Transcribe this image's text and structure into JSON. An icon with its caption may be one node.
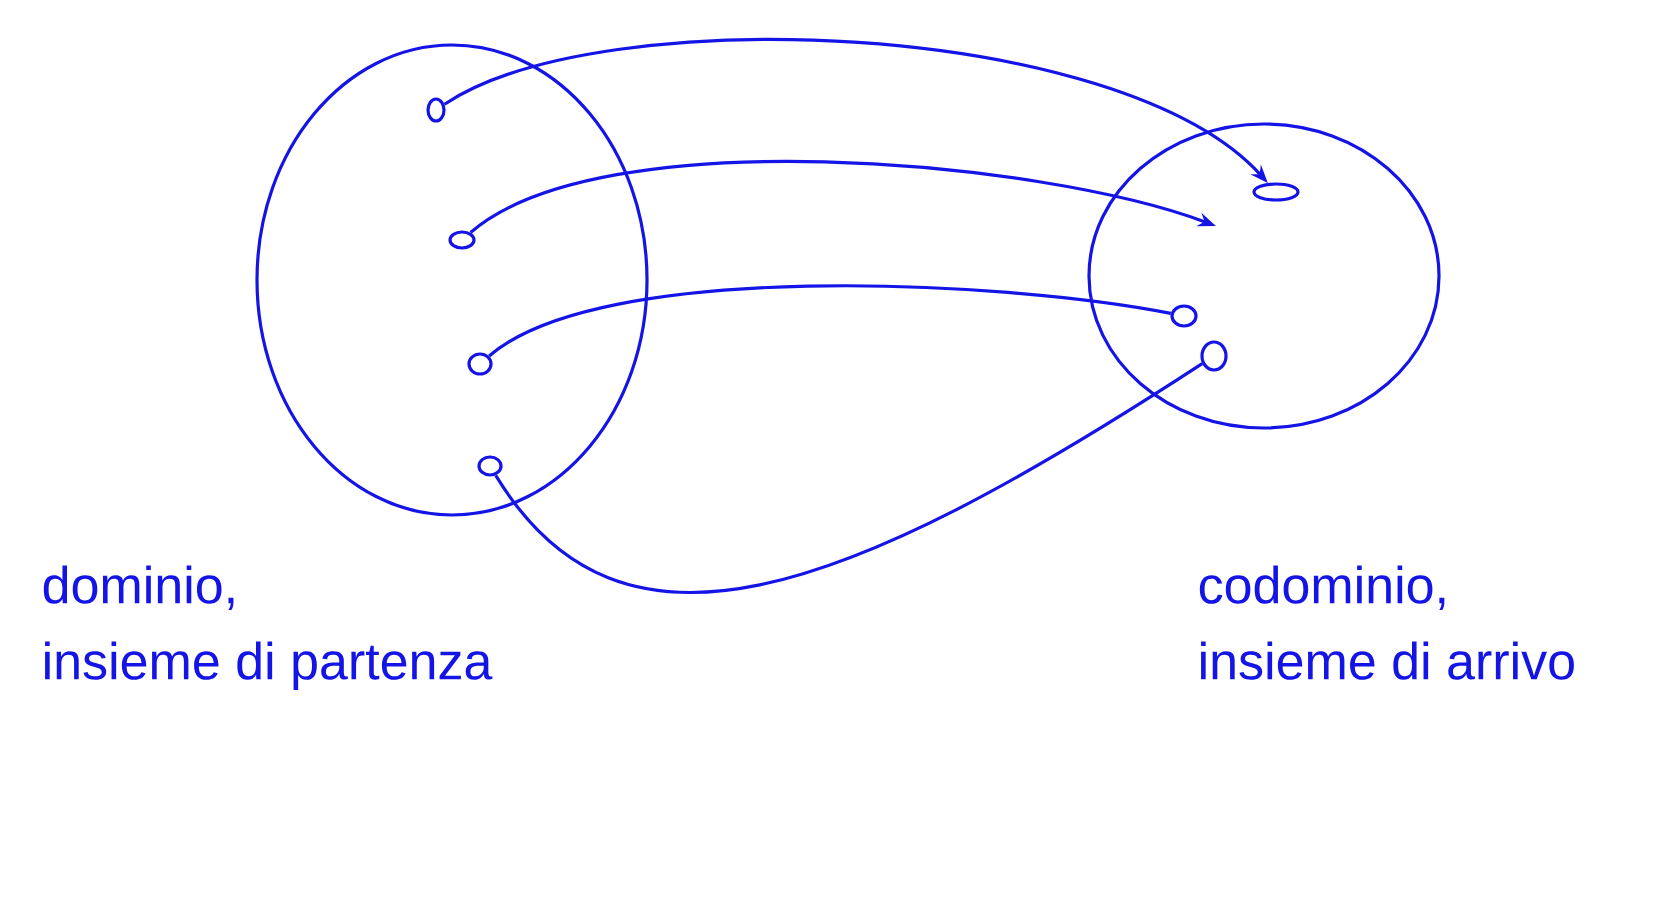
{
  "diagram": {
    "nodes": [
      {
        "text": [],
        "shape": "circle",
        "beside": [
          "dominio, insieme di partenza"
        ]
      },
      {
        "text": [],
        "shape": "circle",
        "in": 0
      },
      {
        "text": [],
        "shape": "circle",
        "in": 0
      },
      {
        "text": [],
        "shape": "circle",
        "in": 0
      },
      {
        "text": [],
        "shape": "circle",
        "in": 0
      },
      {
        "text": [],
        "shape": "circle",
        "beside": [
          "codominio, insieme di arrivo"
        ]
      },
      {
        "text": [],
        "shape": "circle",
        "in": 5
      },
      {
        "text": [],
        "shape": "circle",
        "in": 5
      },
      {
        "text": [],
        "shape": "circle",
        "in": 5
      }
    ],
    "edges": [
      {
        "from": 1,
        "to": 6,
        "arrow": "to"
      },
      {
        "from": 2,
        "to": null,
        "arrow": "to"
      },
      {
        "from": 3,
        "to": 7,
        "arrow": "none"
      },
      {
        "from": 4,
        "to": 8,
        "arrow": "none"
      }
    ]
  }
}
